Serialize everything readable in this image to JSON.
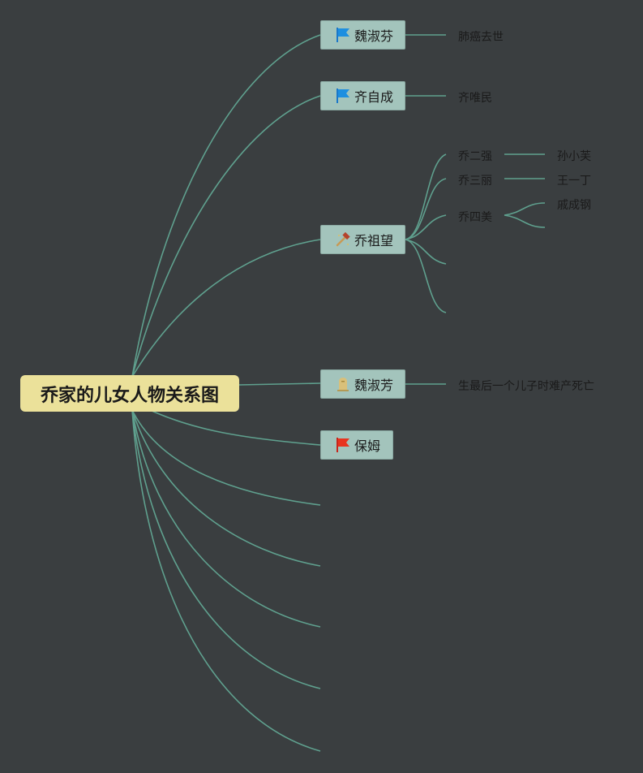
{
  "root": {
    "label": "乔家的儿女人物关系图"
  },
  "branches": [
    {
      "label": "魏淑芬",
      "icon": "blue-flag-icon",
      "child": "肺癌去世"
    },
    {
      "label": "齐自成",
      "icon": "blue-flag-icon",
      "child": "齐唯民"
    },
    {
      "label": "乔祖望",
      "icon": "hammer-icon",
      "children": [
        {
          "label": "乔二强",
          "spouse": "孙小芙"
        },
        {
          "label": "乔三丽",
          "spouse": "王一丁"
        },
        {
          "label": "乔四美",
          "spouse": "戚成钢"
        }
      ]
    },
    {
      "label": "魏淑芳",
      "icon": "headstone-icon",
      "child": "生最后一个儿子时难产死亡"
    },
    {
      "label": "保姆",
      "icon": "red-flag-icon"
    }
  ],
  "colors": {
    "background": "#3a3e40",
    "link": "#5fa08e",
    "root": "#ebe19a",
    "node": "#a3c4bc"
  }
}
